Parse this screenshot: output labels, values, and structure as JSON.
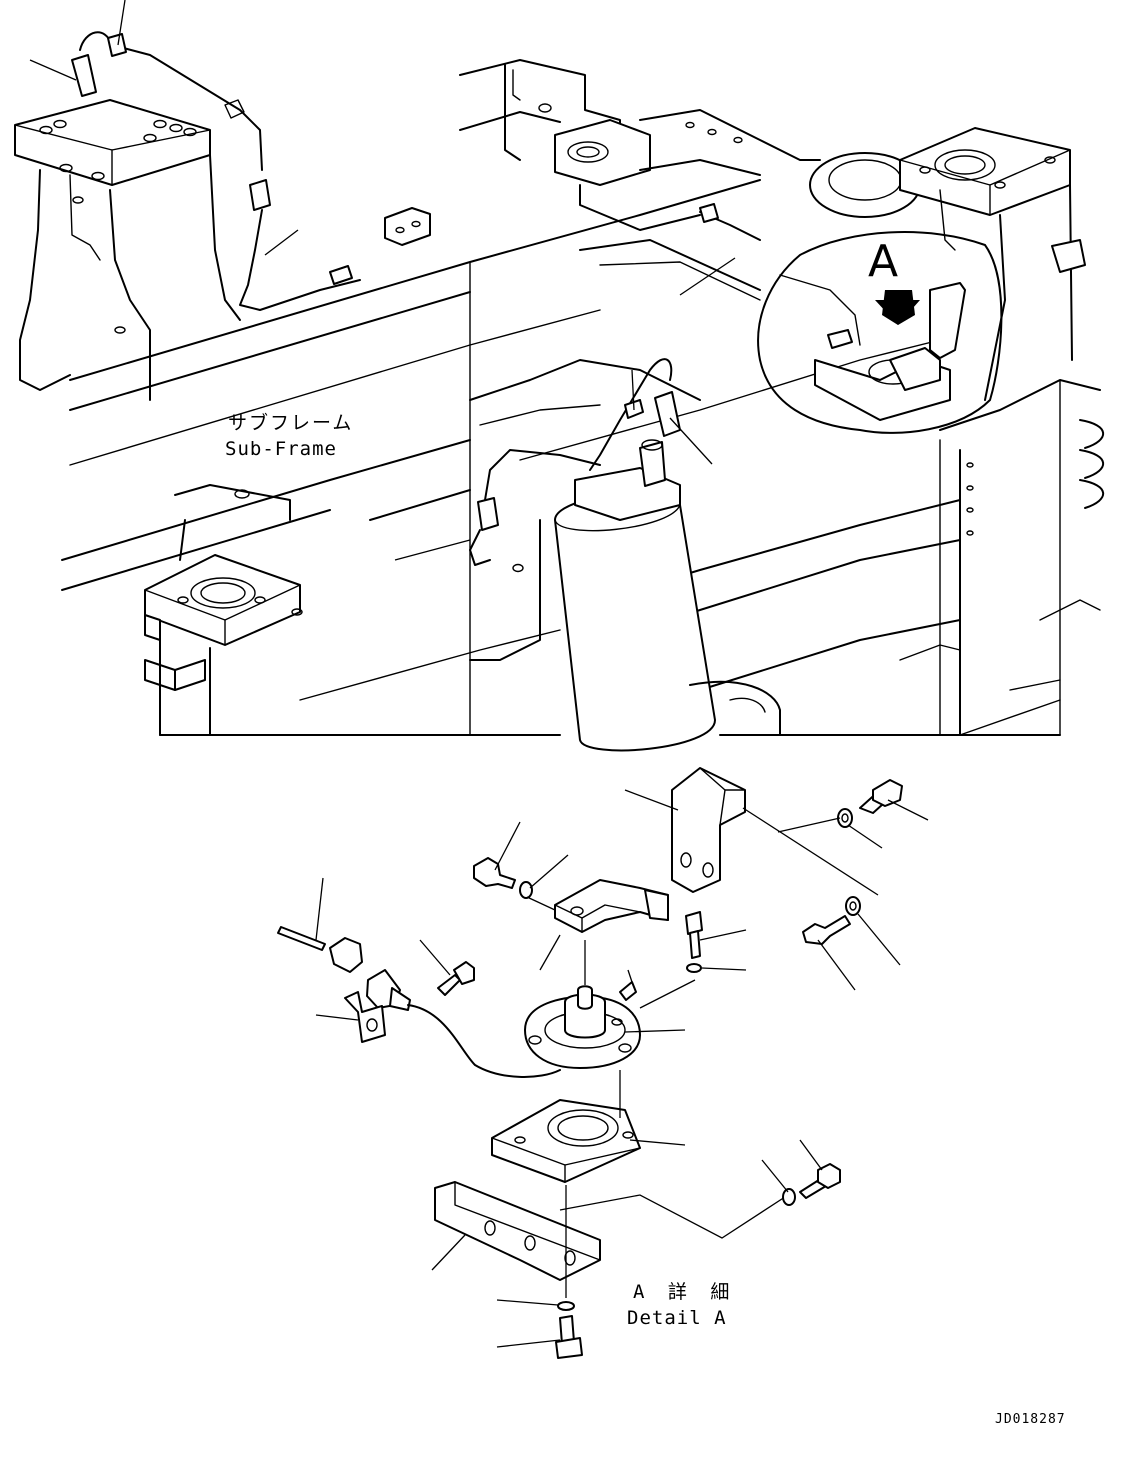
{
  "labels": {
    "subframe_jp": "サブフレーム",
    "subframe_en": "Sub-Frame",
    "view_marker": "A",
    "detail_jp": "A 詳 細",
    "detail_en": "Detail A",
    "drawing_code": "JD018287"
  },
  "colors": {
    "line": "#000000",
    "background": "#ffffff"
  }
}
